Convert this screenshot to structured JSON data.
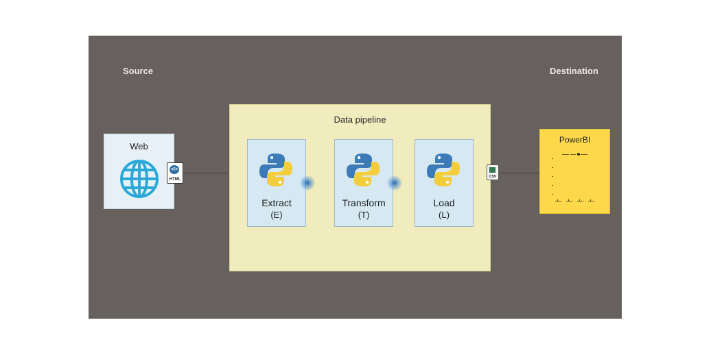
{
  "labels": {
    "source": "Source",
    "destination": "Destination",
    "pipeline_title": "Data pipeline"
  },
  "source_node": {
    "title": "Web",
    "icon": "globe-icon",
    "file_badge": "HTML",
    "file_icon": "html-file-icon"
  },
  "stages": [
    {
      "name": "Extract",
      "abbr": "(E)",
      "icon": "python-icon"
    },
    {
      "name": "Transform",
      "abbr": "(T)",
      "icon": "python-icon"
    },
    {
      "name": "Load",
      "abbr": "(L)",
      "icon": "python-icon"
    }
  ],
  "output_file": {
    "label": "CSV",
    "icon": "csv-file-icon"
  },
  "destination_node": {
    "title": "PowerBI",
    "icon": "mini-chart-icon"
  },
  "colors": {
    "canvas": "#66615f",
    "pipeline": "#f1ecbd",
    "stage": "#d6e9f2",
    "web_box": "#e7f0f6",
    "powerbi": "#fcd84a",
    "python_blue": "#3d7bb8",
    "python_yellow": "#f4cd3c",
    "globe": "#2aa9d8"
  }
}
